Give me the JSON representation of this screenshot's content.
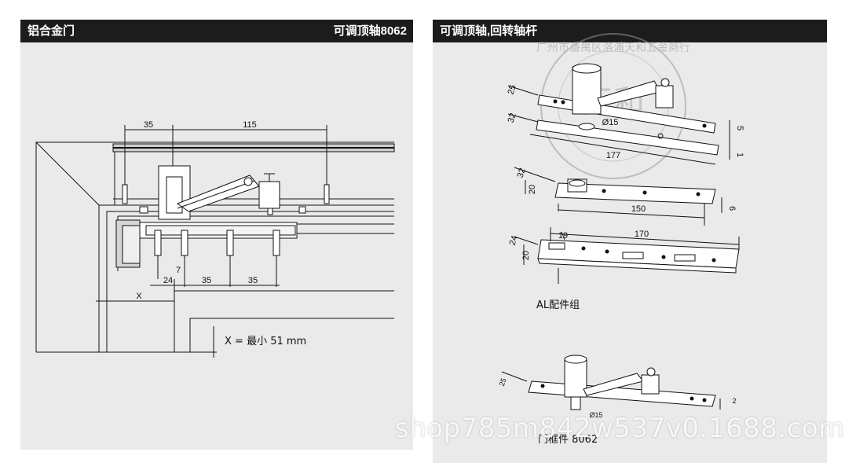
{
  "left_panel": {
    "title": "铝合金门",
    "model": "可调顶轴8062",
    "dims": {
      "d35a": "35",
      "d115": "115",
      "d24": "24",
      "d7": "7",
      "d35b": "35",
      "d35c": "35",
      "x": "X"
    },
    "note": "X = 最小  51 mm"
  },
  "right_panel": {
    "title": "可调顶轴,回转轴杆",
    "dims": {
      "p1_25": "25",
      "p1_32": "32",
      "p1_dia": "Ø15",
      "p1_177": "177",
      "p1_5": "5",
      "p1_1": "1",
      "p2_32": "32",
      "p2_20": "20",
      "p2_150": "150",
      "p2_6": "6",
      "p3_24": "24",
      "p3_20": "20",
      "p3_19": "19",
      "p3_170": "170",
      "p4_25": "25",
      "p4_dia": "Ø15",
      "p4_2": "2"
    },
    "caption_al": "AL配件组",
    "caption_door": "门框件 8062"
  },
  "watermark": {
    "shop": "shop785m842w537v0.1688.com",
    "seal_text": "广州市番禺区洛浦天和五金商行",
    "seal_center": "天和"
  },
  "colors": {
    "header_bg": "#1c1c1c",
    "panel_bg": "#eaeaea"
  }
}
